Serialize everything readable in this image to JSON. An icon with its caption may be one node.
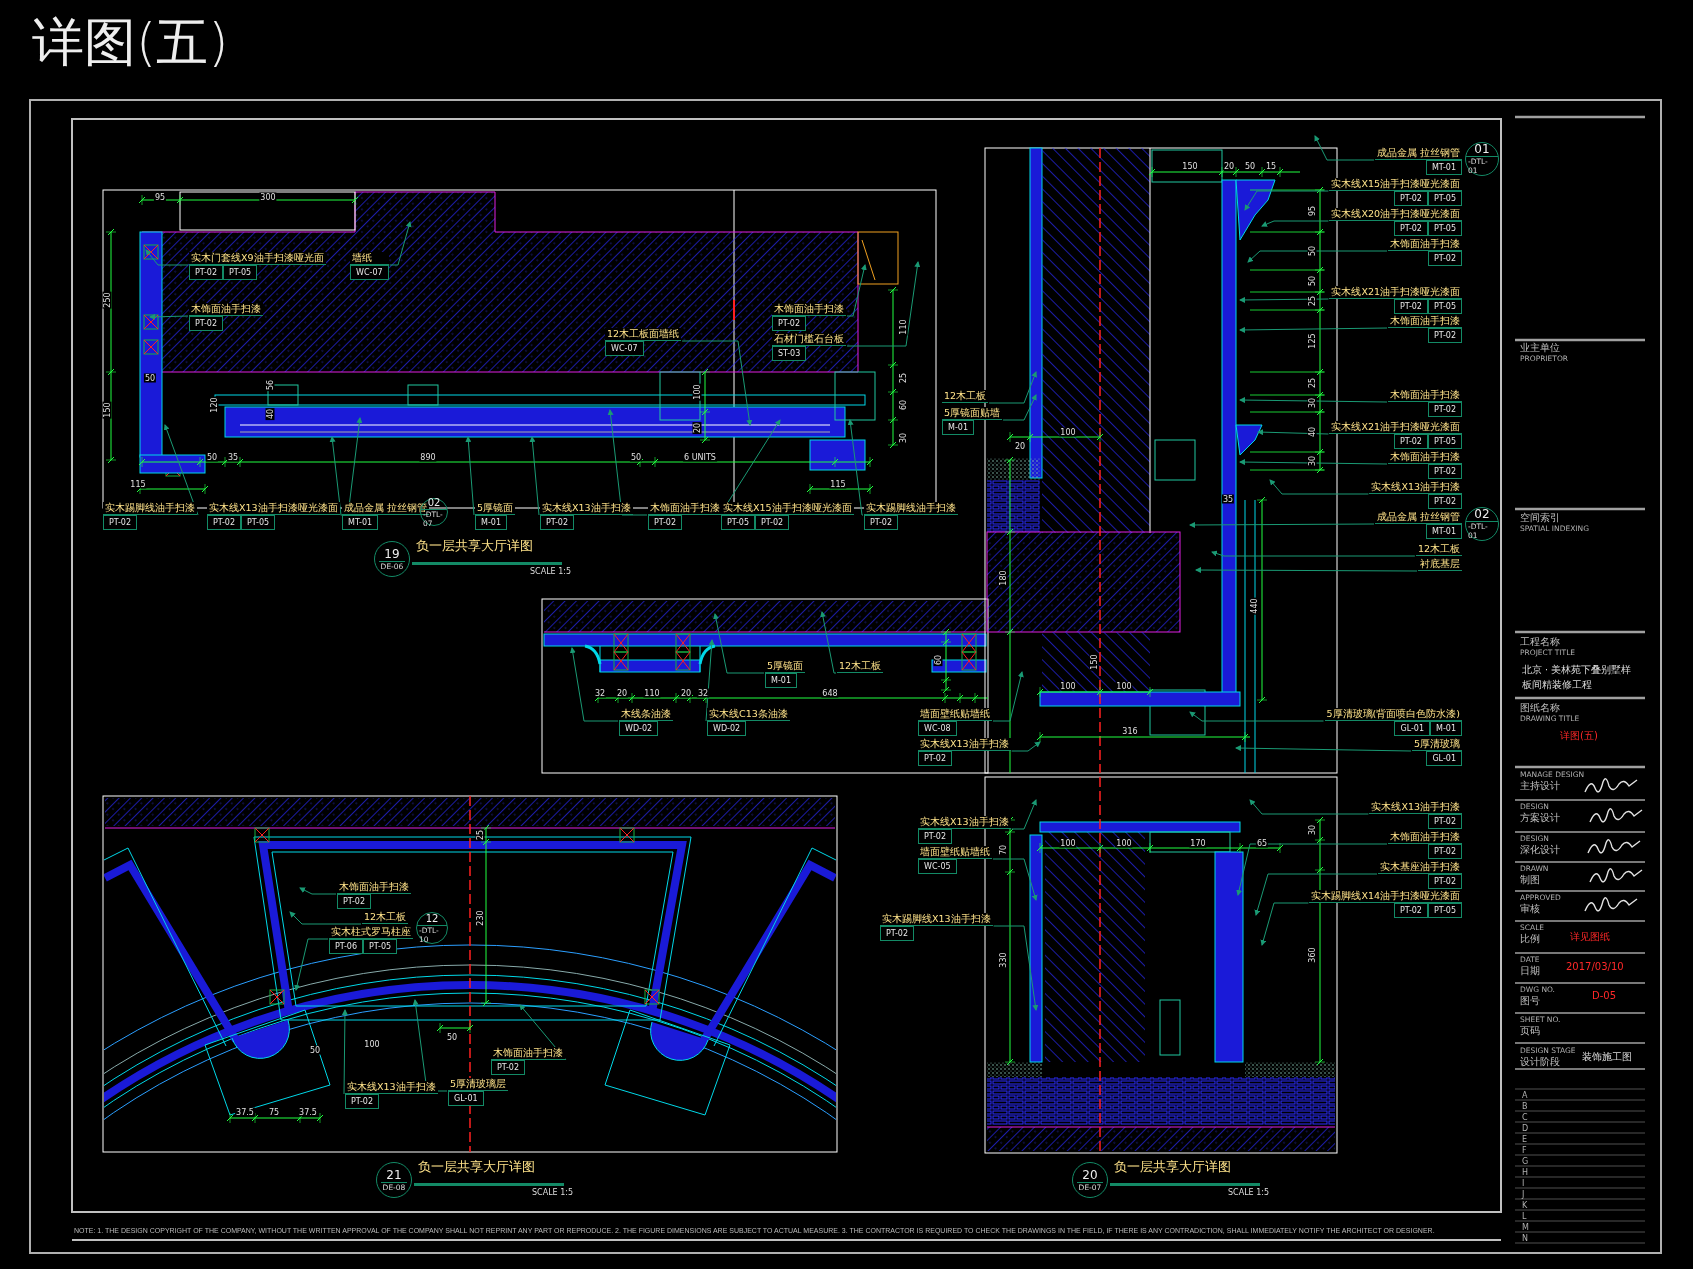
{
  "diagram": {
    "title": "详图(五)",
    "nodes": [
      {
        "text": [
          "实木门套线X9油手扫漆哑光面",
          "PT-02",
          "PT-05"
        ]
      },
      {
        "text": [
          "墙纸",
          "WC-07"
        ]
      },
      {
        "text": [
          "木饰面油手扫漆",
          "PT-02"
        ]
      },
      {
        "text": [
          "12木工板面墙纸",
          "WC-07"
        ]
      },
      {
        "text": [
          "木饰面油手扫漆",
          "PT-02"
        ]
      },
      {
        "text": [
          "石材门槛石台板",
          "ST-03"
        ]
      },
      {
        "text": [
          "实木踢脚线油手扫漆",
          "PT-02"
        ]
      },
      {
        "text": [
          "实木线X13油手扫漆哑光漆面",
          "PT-02",
          "PT-05"
        ]
      },
      {
        "text": [
          "成品金属 拉丝钢管",
          "MT-01"
        ]
      },
      {
        "text": [
          "5厚镜面",
          "M-01"
        ]
      },
      {
        "text": [
          "实木线X13油手扫漆",
          "PT-02"
        ]
      },
      {
        "text": [
          "木饰面油手扫漆",
          "PT-02"
        ]
      },
      {
        "text": [
          "实木线X15油手扫漆哑光漆面",
          "PT-05",
          "PT-02"
        ]
      },
      {
        "text": [
          "实木踢脚线油手扫漆",
          "PT-02"
        ]
      },
      {
        "text": [
          "02",
          "-DTL-07"
        ]
      },
      {
        "text": [
          "19",
          "DE-06"
        ],
        "beside": [
          "负一层共享大厅详图",
          "SCALE 1:5"
        ]
      },
      {
        "text": [
          "5厚镜面",
          "M-01"
        ]
      },
      {
        "text": [
          "12木工板"
        ]
      },
      {
        "text": [
          "木线条油漆",
          "WD-02"
        ]
      },
      {
        "text": [
          "实木线C13条油漆",
          "WD-02"
        ]
      },
      {
        "text": [
          "墙面壁纸贴墙纸",
          "WC-08"
        ]
      },
      {
        "text": [
          "实木线X13油手扫漆",
          "PT-02"
        ]
      },
      {
        "text": [
          "成品金属 拉丝钢管",
          "MT-01"
        ]
      },
      {
        "text": [
          "实木线X15油手扫漆哑光漆面",
          "PT-02",
          "PT-05"
        ]
      },
      {
        "text": [
          "实木线X20油手扫漆哑光漆面",
          "PT-02",
          "PT-05"
        ]
      },
      {
        "text": [
          "木饰面油手扫漆",
          "PT-02"
        ]
      },
      {
        "text": [
          "实木线X21油手扫漆哑光漆面",
          "PT-02",
          "PT-05"
        ]
      },
      {
        "text": [
          "木饰面油手扫漆",
          "PT-02"
        ]
      },
      {
        "text": [
          "木饰面油手扫漆",
          "PT-02"
        ]
      },
      {
        "text": [
          "实木线X21油手扫漆哑光漆面",
          "PT-02",
          "PT-05"
        ]
      },
      {
        "text": [
          "木饰面油手扫漆",
          "PT-02"
        ]
      },
      {
        "text": [
          "实木线X13油手扫漆",
          "PT-02"
        ]
      },
      {
        "text": [
          "成品金属 拉丝钢管",
          "MT-01"
        ]
      },
      {
        "text": [
          "12木工板"
        ]
      },
      {
        "text": [
          "衬底基层"
        ]
      },
      {
        "text": [
          "5厚清玻璃(背面喷白色防水漆)",
          "GL-01",
          "M-01"
        ]
      },
      {
        "text": [
          "5厚清玻璃",
          "GL-01"
        ]
      },
      {
        "text": [
          "01",
          "-DTL-01"
        ]
      },
      {
        "text": [
          "02",
          "-DTL-01"
        ]
      },
      {
        "text": [
          "12木工板"
        ]
      },
      {
        "text": [
          "5厚镜面贴墙",
          "M-01"
        ]
      },
      {
        "text": [
          "实木线X13油手扫漆",
          "PT-02"
        ]
      },
      {
        "text": [
          "墙面壁纸贴墙纸",
          "WC-05"
        ]
      },
      {
        "text": [
          "实木踢脚线X13油手扫漆",
          "PT-02"
        ]
      },
      {
        "text": [
          "实木线X13油手扫漆",
          "PT-02"
        ]
      },
      {
        "text": [
          "木饰面油手扫漆",
          "PT-02"
        ]
      },
      {
        "text": [
          "实木基座油手扫漆",
          "PT-02"
        ]
      },
      {
        "text": [
          "实木踢脚线X14油手扫漆哑光漆面",
          "PT-02",
          "PT-05"
        ]
      },
      {
        "text": [
          "20",
          "DE-07"
        ],
        "beside": [
          "负一层共享大厅详图",
          "SCALE 1:5"
        ]
      },
      {
        "text": [
          "木饰面油手扫漆",
          "PT-02"
        ]
      },
      {
        "text": [
          "12木工板"
        ]
      },
      {
        "text": [
          "实木柱式罗马柱座",
          "PT-06",
          "PT-05"
        ]
      },
      {
        "text": [
          "木饰面油手扫漆",
          "PT-02"
        ]
      },
      {
        "text": [
          "5厚清玻璃层",
          "GL-01"
        ]
      },
      {
        "text": [
          "实木线X13油手扫漆",
          "PT-02"
        ]
      },
      {
        "text": [
          "12",
          "-DTL-10"
        ]
      },
      {
        "text": [
          "21",
          "DE-08"
        ],
        "beside": [
          "负一层共享大厅详图",
          "SCALE 1:5"
        ]
      }
    ],
    "edges": [
      {
        "from": 0,
        "to": null,
        "arrow": "to"
      },
      {
        "from": 1,
        "to": null,
        "arrow": "to"
      },
      {
        "from": 2,
        "to": null,
        "arrow": "to"
      },
      {
        "from": 3,
        "to": null,
        "arrow": "to"
      },
      {
        "from": 4,
        "to": null,
        "arrow": "to"
      },
      {
        "from": 5,
        "to": null,
        "arrow": "to"
      },
      {
        "from": 6,
        "to": null,
        "arrow": "to"
      },
      {
        "from": 7,
        "to": null,
        "arrow": "to"
      },
      {
        "from": 8,
        "to": null,
        "arrow": "to"
      },
      {
        "from": 9,
        "to": null,
        "arrow": "to"
      },
      {
        "from": 10,
        "to": null,
        "arrow": "to"
      },
      {
        "from": 11,
        "to": null,
        "arrow": "to"
      },
      {
        "from": 12,
        "to": null,
        "arrow": "to"
      },
      {
        "from": 13,
        "to": null,
        "arrow": "to"
      },
      {
        "from": 16,
        "to": null,
        "arrow": "to"
      },
      {
        "from": 17,
        "to": null,
        "arrow": "to"
      },
      {
        "from": 18,
        "to": null,
        "arrow": "to"
      },
      {
        "from": 19,
        "to": null,
        "arrow": "to"
      },
      {
        "from": 20,
        "to": null,
        "arrow": "to"
      },
      {
        "from": 21,
        "to": null,
        "arrow": "to"
      },
      {
        "from": 22,
        "to": null,
        "arrow": "to"
      },
      {
        "from": 23,
        "to": null,
        "arrow": "to"
      },
      {
        "from": 24,
        "to": null,
        "arrow": "to"
      },
      {
        "from": 25,
        "to": null,
        "arrow": "to"
      },
      {
        "from": 26,
        "to": null,
        "arrow": "to"
      },
      {
        "from": 27,
        "to": null,
        "arrow": "to"
      },
      {
        "from": 28,
        "to": null,
        "arrow": "to"
      },
      {
        "from": 29,
        "to": null,
        "arrow": "to"
      },
      {
        "from": 30,
        "to": null,
        "arrow": "to"
      },
      {
        "from": 31,
        "to": null,
        "arrow": "to"
      },
      {
        "from": 32,
        "to": null,
        "arrow": "to"
      },
      {
        "from": 33,
        "to": null,
        "arrow": "to"
      },
      {
        "from": 34,
        "to": null,
        "arrow": "to"
      },
      {
        "from": 35,
        "to": null,
        "arrow": "to"
      },
      {
        "from": 36,
        "to": null,
        "arrow": "to"
      },
      {
        "from": 39,
        "to": null,
        "arrow": "to"
      },
      {
        "from": 40,
        "to": null,
        "arrow": "to"
      },
      {
        "from": 41,
        "to": null,
        "arrow": "to"
      },
      {
        "from": 42,
        "to": null,
        "arrow": "to"
      },
      {
        "from": 43,
        "to": null,
        "arrow": "to"
      },
      {
        "from": 44,
        "to": null,
        "arrow": "to"
      },
      {
        "from": 45,
        "to": null,
        "arrow": "to"
      },
      {
        "from": 46,
        "to": null,
        "arrow": "to"
      },
      {
        "from": 47,
        "to": null,
        "arrow": "to"
      },
      {
        "from": 49,
        "to": null,
        "arrow": "to"
      },
      {
        "from": 50,
        "to": null,
        "arrow": "to"
      },
      {
        "from": 51,
        "to": null,
        "arrow": "to"
      },
      {
        "from": 52,
        "to": null,
        "arrow": "to"
      },
      {
        "from": 53,
        "to": null,
        "arrow": "to"
      },
      {
        "from": 54,
        "to": null,
        "arrow": "to"
      }
    ],
    "labels": [
      "95",
      "300",
      "250",
      "150",
      "50",
      "120",
      "56",
      "40",
      "115",
      "50",
      "35",
      "890",
      "50",
      "6 UNITS",
      "100",
      "20",
      "110",
      "25",
      "60",
      "30",
      "115",
      "32",
      "20",
      "110",
      "20",
      "32",
      "648",
      "60",
      "150",
      "20",
      "50",
      "15",
      "95",
      "50",
      "50",
      "25",
      "125",
      "25",
      "30",
      "40",
      "30",
      "20",
      "100",
      "35",
      "180",
      "440",
      "150",
      "100",
      "100",
      "316",
      "70",
      "100",
      "100",
      "170",
      "65",
      "30",
      "330",
      "360",
      "25",
      "230",
      "50",
      "100",
      "50",
      "37.5",
      "75",
      "37.5",
      "业主单位",
      "PROPRIETOR",
      "空间索引",
      "SPATIAL INDEXING",
      "工程名称",
      "PROJECT TITLE",
      "北京 · 美林苑下叠别墅样板间精装修工程",
      "图纸名称",
      "DRAWING TITLE",
      "详图(五)",
      "MANAGE DESIGN",
      "主持设计",
      "DESIGN",
      "方案设计",
      "DESIGN",
      "深化设计",
      "DRAWN",
      "制图",
      "APPROVED",
      "审核",
      "SCALE",
      "比例",
      "详见图纸",
      "DATE",
      "日期",
      "2017/03/10",
      "DWG NO.",
      "图号",
      "D-05",
      "SHEET NO.",
      "页码",
      "DESIGN STAGE",
      "设计阶段",
      "装饰施工图",
      "A",
      "B",
      "C",
      "D",
      "E",
      "F",
      "G",
      "H",
      "I",
      "J",
      "K",
      "L",
      "M",
      "N",
      "NOTE: 1. THE DESIGN COPYRIGHT OF THE COMPANY, WITHOUT THE WRITTEN APPROVAL OF THE COMPANY SHALL NOT REPRINT ANY PART OR REPRODUCE. 2. THE FIGURE DIMENSIONS ARE SUBJECT TO ACTUAL MEASURE. 3. THE CONTRACTOR IS REQUIRED TO CHECK THE DRAWINGS IN THE FIELD, IF THERE IS ANY CONTRADICTION, SHALL IMMEDIATELY NOTIFY THE ARCHITECT OR DESIGNER."
    ]
  }
}
